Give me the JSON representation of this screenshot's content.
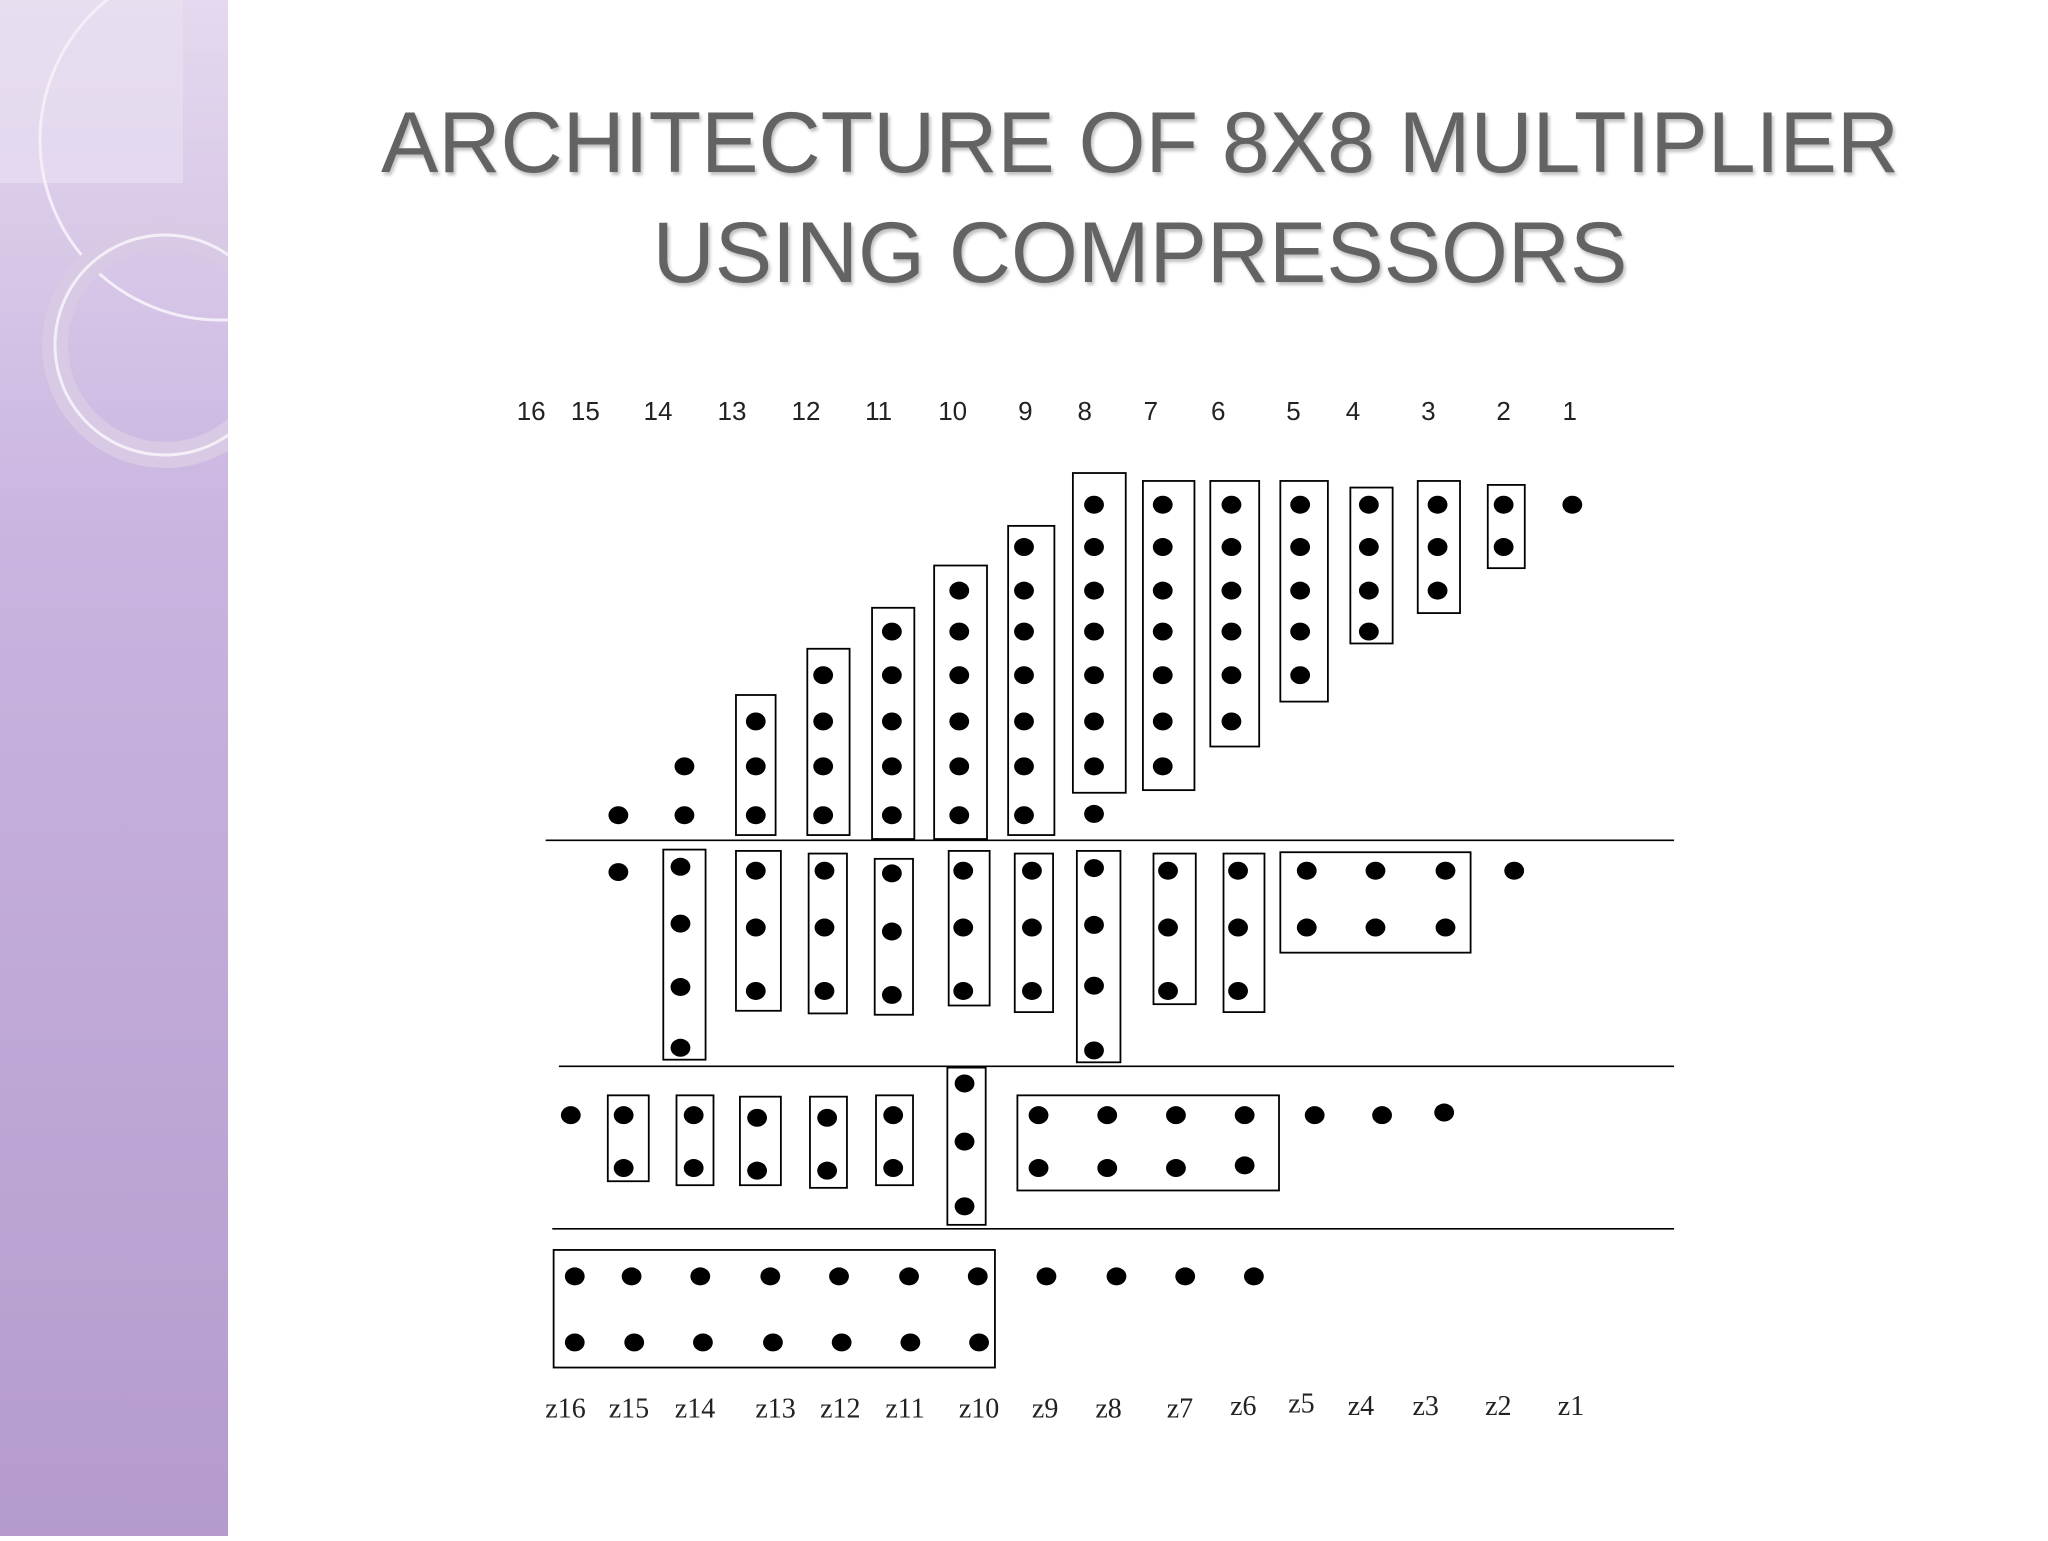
{
  "slide": {
    "title_line1": "ARCHITECTURE OF 8X8 MULTIPLIER",
    "title_line2": "USING COMPRESSORS"
  },
  "diagram": {
    "column_numbers": [
      "16",
      "15",
      "14",
      "13",
      "12",
      "11",
      "10",
      "9",
      "8",
      "7",
      "6",
      "5",
      "4",
      "3",
      "2",
      "1"
    ],
    "output_labels": [
      "z16",
      "z15",
      "z14",
      "z13",
      "z12",
      "z11",
      "z10",
      "z9",
      "z8",
      "z7",
      "z6",
      "z5",
      "z4",
      "z3",
      "z2",
      "z1"
    ],
    "stage1_partial_product_counts": [
      0,
      1,
      2,
      3,
      4,
      5,
      6,
      7,
      8,
      7,
      6,
      5,
      4,
      3,
      2,
      1
    ],
    "colors": {
      "accent": "#c9b4e0",
      "ink": "#000000",
      "title": "#636363"
    }
  }
}
